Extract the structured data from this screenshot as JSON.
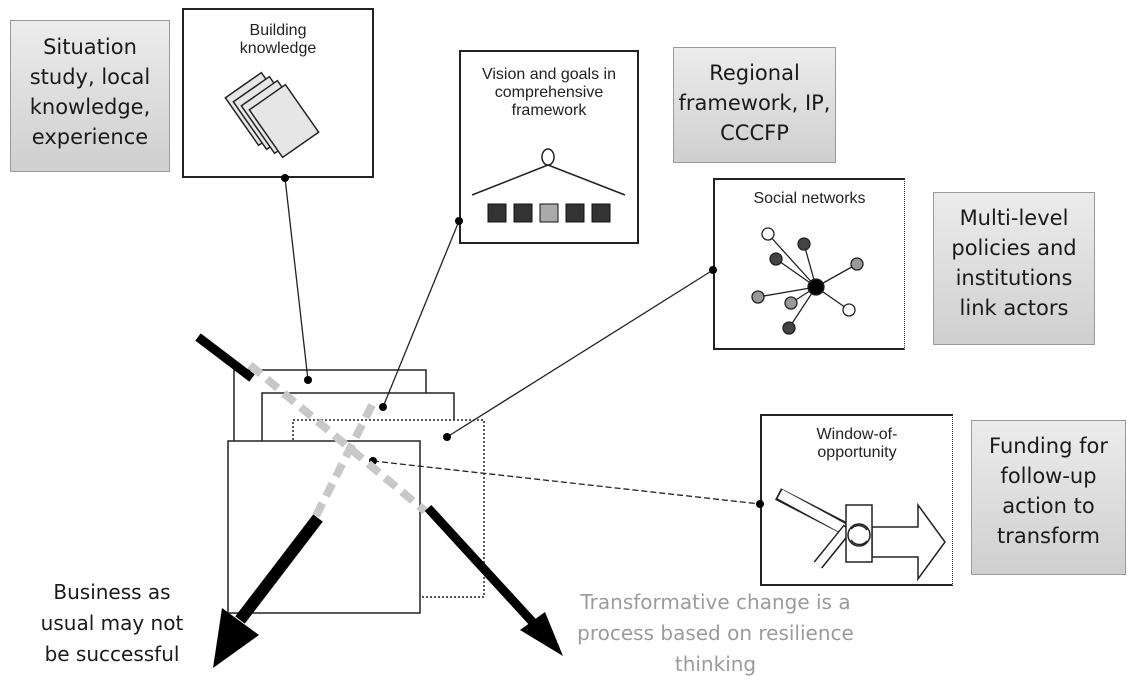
{
  "labels": {
    "situation": "Situation study, local knowledge, experience",
    "regional": "Regional framework, IP, CCCFP",
    "multilevel": "Multi-level policies and institutions link actors",
    "funding": "Funding for follow-up action to transform",
    "business": "Business as usual may not be successful",
    "transformative": "Transformative change is a process based on resilience thinking"
  },
  "frames": {
    "building_knowledge": "Building knowledge",
    "vision": "Vision and goals in comprehensive framework",
    "social": "Social networks",
    "window": "Window-of-opportunity"
  },
  "colors": {
    "box_gradient_top": "#ececec",
    "box_gradient_bottom": "#cfcfcf",
    "dark": "#1a1a1a",
    "mid_gray": "#9a9a9a",
    "caption_gray": "#9b9b9b"
  }
}
